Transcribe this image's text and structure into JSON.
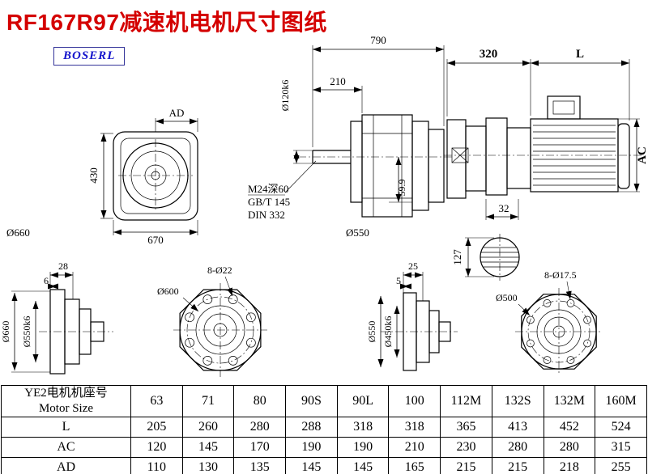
{
  "page": {
    "title": "RF167R97减速机电机尺寸图纸",
    "logo": "BOSERL"
  },
  "colors": {
    "title_red": "#d40000",
    "logo_blue": "#1414cc",
    "line_black": "#000000"
  },
  "drawing": {
    "front_view": {
      "ad": "AD",
      "height": "430",
      "width": "670",
      "flange": "Ø660"
    },
    "side_view": {
      "overall": "790",
      "shaft_len": "210",
      "shaft_dia": "Ø120k6",
      "thread": "M24深60",
      "std1": "GB/T 145",
      "std2": "DIN 332",
      "key_h": "59.9",
      "flange": "Ø550"
    },
    "motor_view": {
      "gear_len": "320",
      "motor_len": "L",
      "motor_dia": "AC",
      "key_w": "32",
      "shaft_h": "127"
    },
    "flange_side_1": {
      "f1": "28",
      "f2": "6",
      "od": "Ø660",
      "spigot": "Ø550k6"
    },
    "flange_face_1": {
      "bolt_circle": "Ø600",
      "holes": "8-Ø22"
    },
    "flange_side_2": {
      "f1": "25",
      "f2": "5",
      "od": "Ø550",
      "spigot": "Ø450k6"
    },
    "flange_face_2": {
      "bolt_circle": "Ø500",
      "holes": "8-Ø17.5"
    }
  },
  "table": {
    "header_label_cn": "YE2电机机座号",
    "header_label_en": "Motor Size",
    "sizes": [
      "63",
      "71",
      "80",
      "90S",
      "90L",
      "100",
      "112M",
      "132S",
      "132M",
      "160M"
    ],
    "rows": [
      {
        "label": "L",
        "values": [
          "205",
          "260",
          "280",
          "288",
          "318",
          "318",
          "365",
          "413",
          "452",
          "524"
        ]
      },
      {
        "label": "AC",
        "values": [
          "120",
          "145",
          "170",
          "190",
          "190",
          "210",
          "230",
          "280",
          "280",
          "315"
        ]
      },
      {
        "label": "AD",
        "values": [
          "110",
          "130",
          "135",
          "145",
          "145",
          "165",
          "215",
          "215",
          "218",
          "255"
        ]
      }
    ]
  }
}
